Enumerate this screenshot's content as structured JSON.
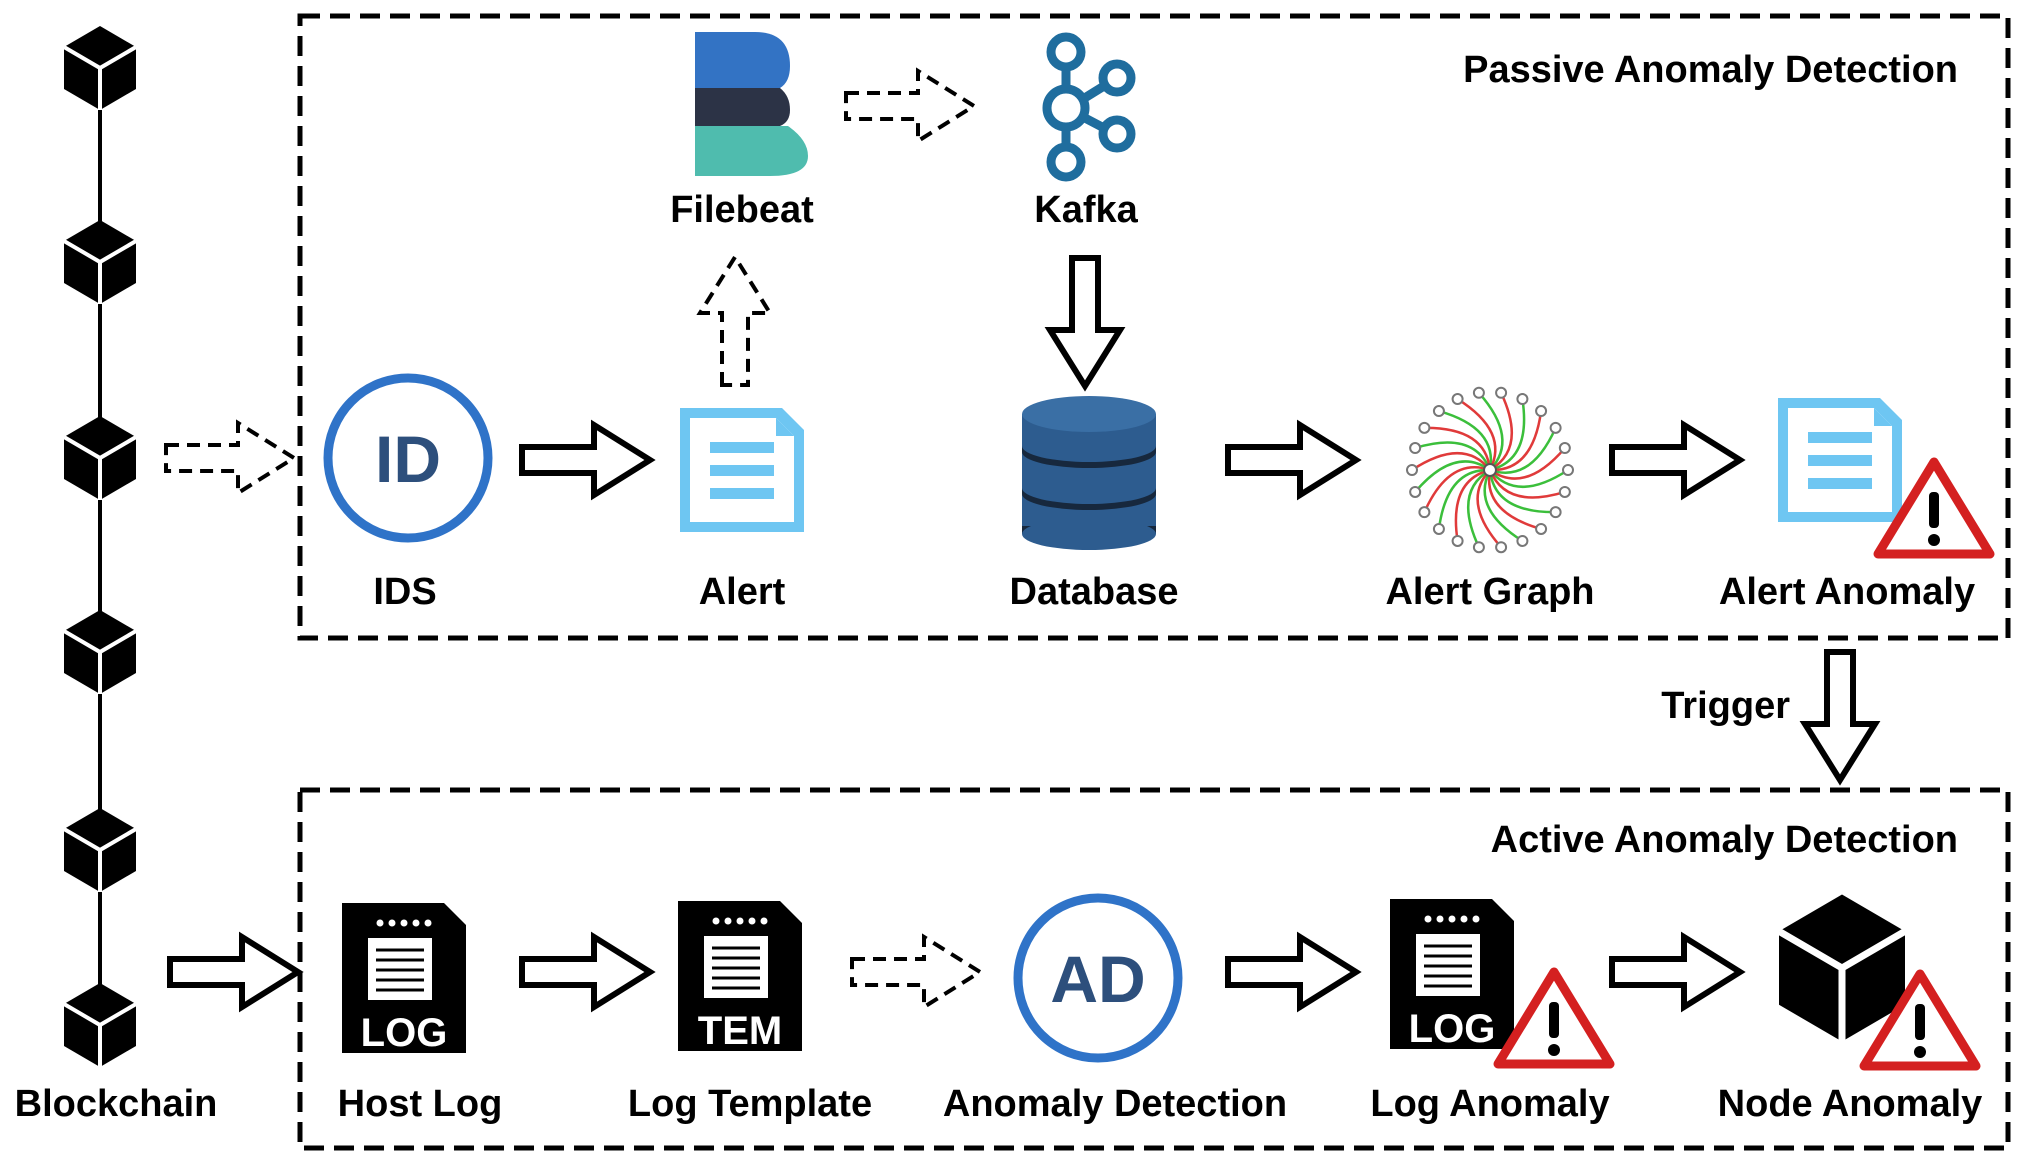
{
  "passive": {
    "title": "Passive Anomaly Detection"
  },
  "active": {
    "title": "Active Anomaly Detection"
  },
  "blockchain": {
    "label": "Blockchain"
  },
  "trigger": {
    "label": "Trigger"
  },
  "nodes": {
    "filebeat": {
      "label": "Filebeat"
    },
    "kafka": {
      "label": "Kafka"
    },
    "ids": {
      "label": "IDS",
      "icon_text": "ID"
    },
    "alert": {
      "label": "Alert"
    },
    "database": {
      "label": "Database"
    },
    "alert_graph": {
      "label": "Alert Graph"
    },
    "alert_anomaly": {
      "label": "Alert Anomaly"
    },
    "host_log": {
      "label": "Host Log",
      "icon_text": "LOG"
    },
    "log_template": {
      "label": "Log Template",
      "icon_text": "TEM"
    },
    "anomaly_detection": {
      "label": "Anomaly Detection",
      "icon_text": "AD"
    },
    "log_anomaly": {
      "label": "Log Anomaly",
      "icon_text": "LOG"
    },
    "node_anomaly": {
      "label": "Node Anomaly"
    }
  },
  "colors": {
    "blue_ring": "#2f73c8",
    "doc_blue": "#6ec6f2",
    "db_blue": "#2d5c8f",
    "db_dark": "#17283d",
    "kafka": "#1f6d9e",
    "elastic_blue": "#3373c4",
    "elastic_dark": "#2c3346",
    "elastic_teal": "#4fbcae",
    "warning_red": "#d42020"
  }
}
